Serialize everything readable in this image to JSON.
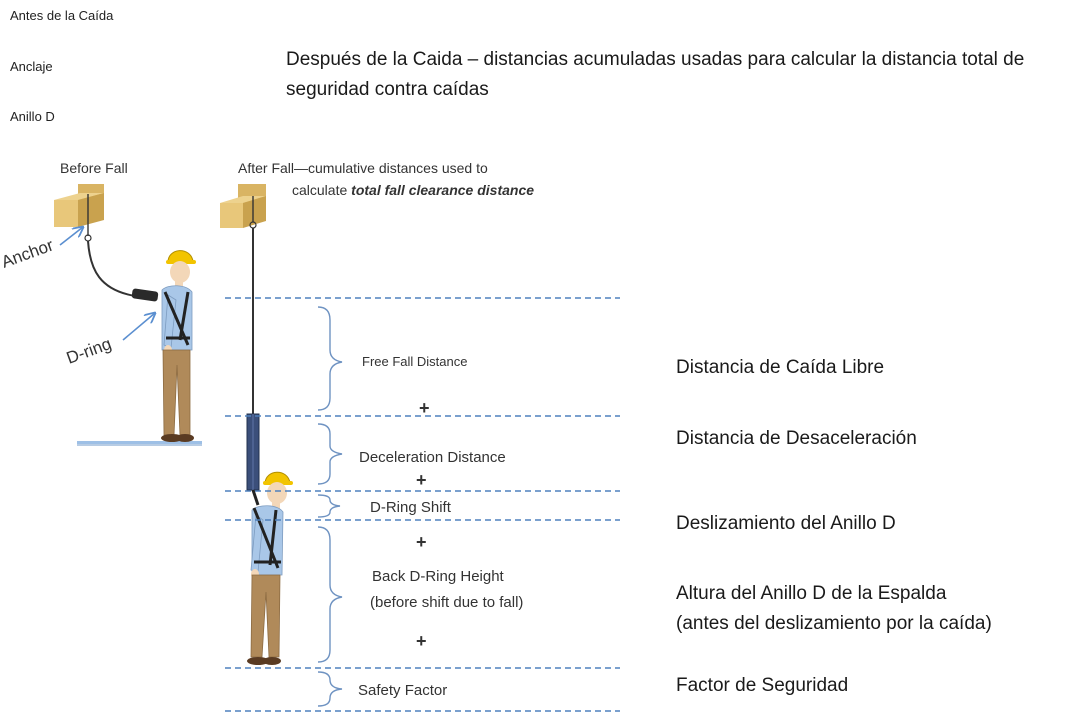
{
  "spanish_labels": {
    "before_fall": "Antes de la Caída",
    "anchor": "Anclaje",
    "d_ring": "Anillo D",
    "after_fall_title": "Después de la Caida  – distancias acumuladas usadas para calcular la distancia total de seguridad contra caídas",
    "free_fall": "Distancia de Caída Libre",
    "deceleration": "Distancia de Desaceleración",
    "d_ring_shift": "Deslizamiento del Anillo D",
    "back_d_ring_line1": "Altura del Anillo D de la Espalda",
    "back_d_ring_line2": "(antes del deslizamiento por la caída)",
    "safety_factor": "Factor de Seguridad"
  },
  "diagram": {
    "before_fall": "Before Fall",
    "after_fall_prefix": "After Fall—cumulative distances used to",
    "after_fall_calc": "calculate ",
    "after_fall_emph": "total fall clearance distance",
    "anchor": "Anchor",
    "d_ring": "D-ring",
    "free_fall": "Free Fall Distance",
    "deceleration": "Deceleration  Distance",
    "d_ring_shift": "D-Ring Shift",
    "back_d_ring_line1": "Back D-Ring Height",
    "back_d_ring_line2": "(before shift due to fall)",
    "safety_factor": "Safety Factor",
    "plus": "+"
  },
  "colors": {
    "dashed_line": "#4f81bd",
    "beam": "#e8c77a",
    "beam_shade": "#c9a24e",
    "helmet": "#f2c400",
    "shirt": "#a9c7e8",
    "pants": "#b08a5a",
    "harness": "#2a2a2a",
    "lanyard_pack": "#3b4f7a"
  }
}
